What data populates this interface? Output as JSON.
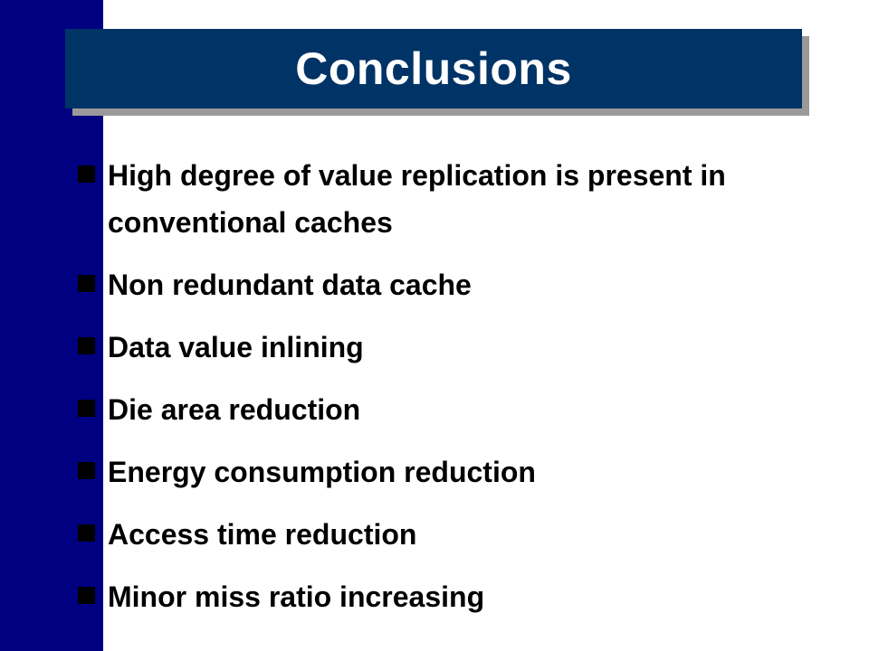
{
  "slide": {
    "title": "Conclusions",
    "bullets": [
      "High degree of value replication is present in conventional caches",
      "Non redundant data cache",
      "Data value inlining",
      "Die area reduction",
      "Energy consumption reduction",
      "Access time reduction",
      "Minor miss ratio increasing"
    ]
  },
  "colors": {
    "left_bar": "#000080",
    "title_background": "#003366",
    "title_shadow": "#9a9a9a",
    "title_text": "#ffffff",
    "body_text": "#000000",
    "bullet_marker": "#000000"
  }
}
